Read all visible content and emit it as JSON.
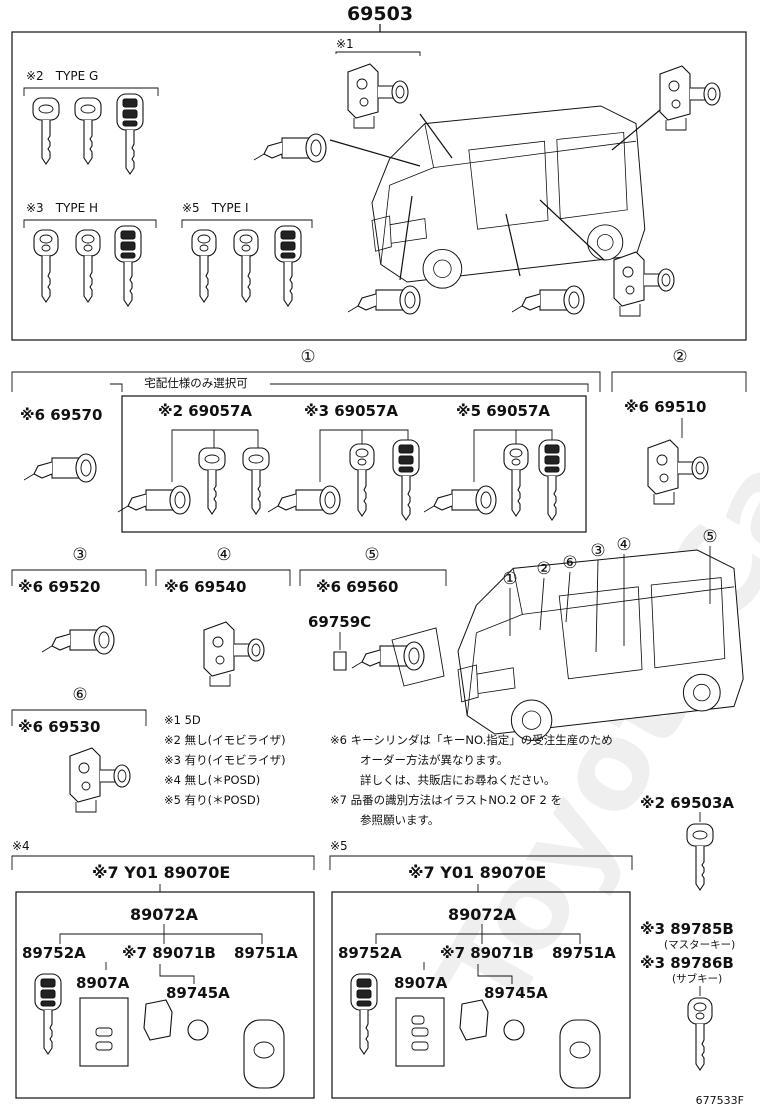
{
  "main_part": "69503",
  "top_panel": {
    "note1": "※1",
    "type_g": "※2　TYPE G",
    "type_h": "※3　TYPE H",
    "type_i": "※5　TYPE I"
  },
  "circled": [
    "①",
    "②",
    "③",
    "④",
    "⑤",
    "⑥"
  ],
  "section1": {
    "delivery_only": "宅配仕様のみ選択可",
    "p69570": "※6 69570",
    "p69057_2": "※2 69057A",
    "p69057_3": "※3 69057A",
    "p69057_5": "※5 69057A"
  },
  "section2": {
    "p69510": "※6 69510"
  },
  "section3": {
    "p69520": "※6 69520"
  },
  "section4": {
    "p69540": "※6 69540"
  },
  "section5": {
    "p69560": "※6 69560",
    "p69759": "69759C"
  },
  "section6": {
    "p69530": "※6 69530"
  },
  "notes_left": [
    "※1 5D",
    "※2 無し(イモビライザ)",
    "※3 有り(イモビライザ)",
    "※4 無し(＊POSD)",
    "※5 有り(＊POSD)"
  ],
  "notes_right": [
    "※6 キーシリンダは「キーNO.指定」の受注生産のため",
    "オーダー方法が異なります。",
    "詳しくは、共販店にお尋ねください。",
    "※7 品番の識別方法はイラストNO.2 OF 2 を",
    "参照願います。"
  ],
  "box4": {
    "mark": "※4",
    "title": "※7 Y01 89070E",
    "p89072": "89072A",
    "p89752": "89752A",
    "p89071": "※7 89071B",
    "p89751": "89751A",
    "p8907": "8907A",
    "p89745": "89745A"
  },
  "box5": {
    "mark": "※5",
    "title": "※7 Y01 89070E",
    "p89072": "89072A",
    "p89752": "89752A",
    "p89071": "※7 89071B",
    "p89751": "89751A",
    "p8907": "8907A",
    "p89745": "89745A"
  },
  "right_keys": {
    "p69503A": "※2 69503A",
    "p89785": "※3 89785B",
    "master": "(マスターキー)",
    "p89786": "※3 89786B",
    "sub": "(サブキー)"
  },
  "figure_no": "677533F",
  "watermark": "ToyotaCarMirror.ru"
}
